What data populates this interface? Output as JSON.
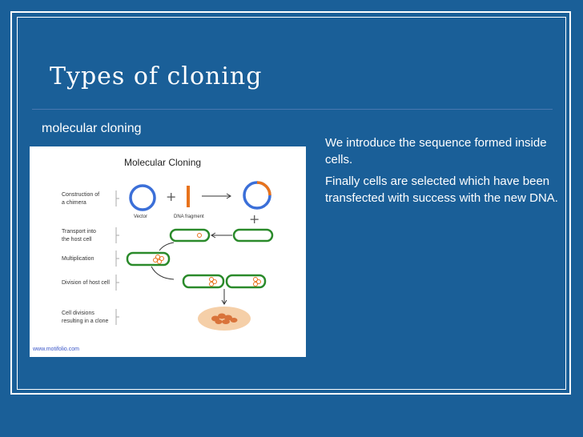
{
  "slide": {
    "title": "Types of cloning",
    "subtitle": "molecular cloning",
    "paragraphs": [
      "We introduce the sequence formed inside cells.",
      "Finally cells are selected which have been transfected with success with the new DNA."
    ]
  },
  "diagram": {
    "title": "Molecular Cloning",
    "steps": [
      [
        "Construction of",
        "a chimera"
      ],
      [
        "Transport into",
        "the host cell"
      ],
      [
        "Multiplication"
      ],
      [
        "Division of host cell"
      ],
      [
        "Cell divisions",
        "resulting in a clone"
      ]
    ],
    "vector_label": "Vector",
    "fragment_label": "DNA fragment",
    "credit": "www.motifolio.com",
    "colors": {
      "vector": "#3b6fd8",
      "fragment": "#e8731c",
      "cell": "#2a8a2a",
      "dish": "#f5cfa8",
      "colony": "#d9733a"
    }
  }
}
